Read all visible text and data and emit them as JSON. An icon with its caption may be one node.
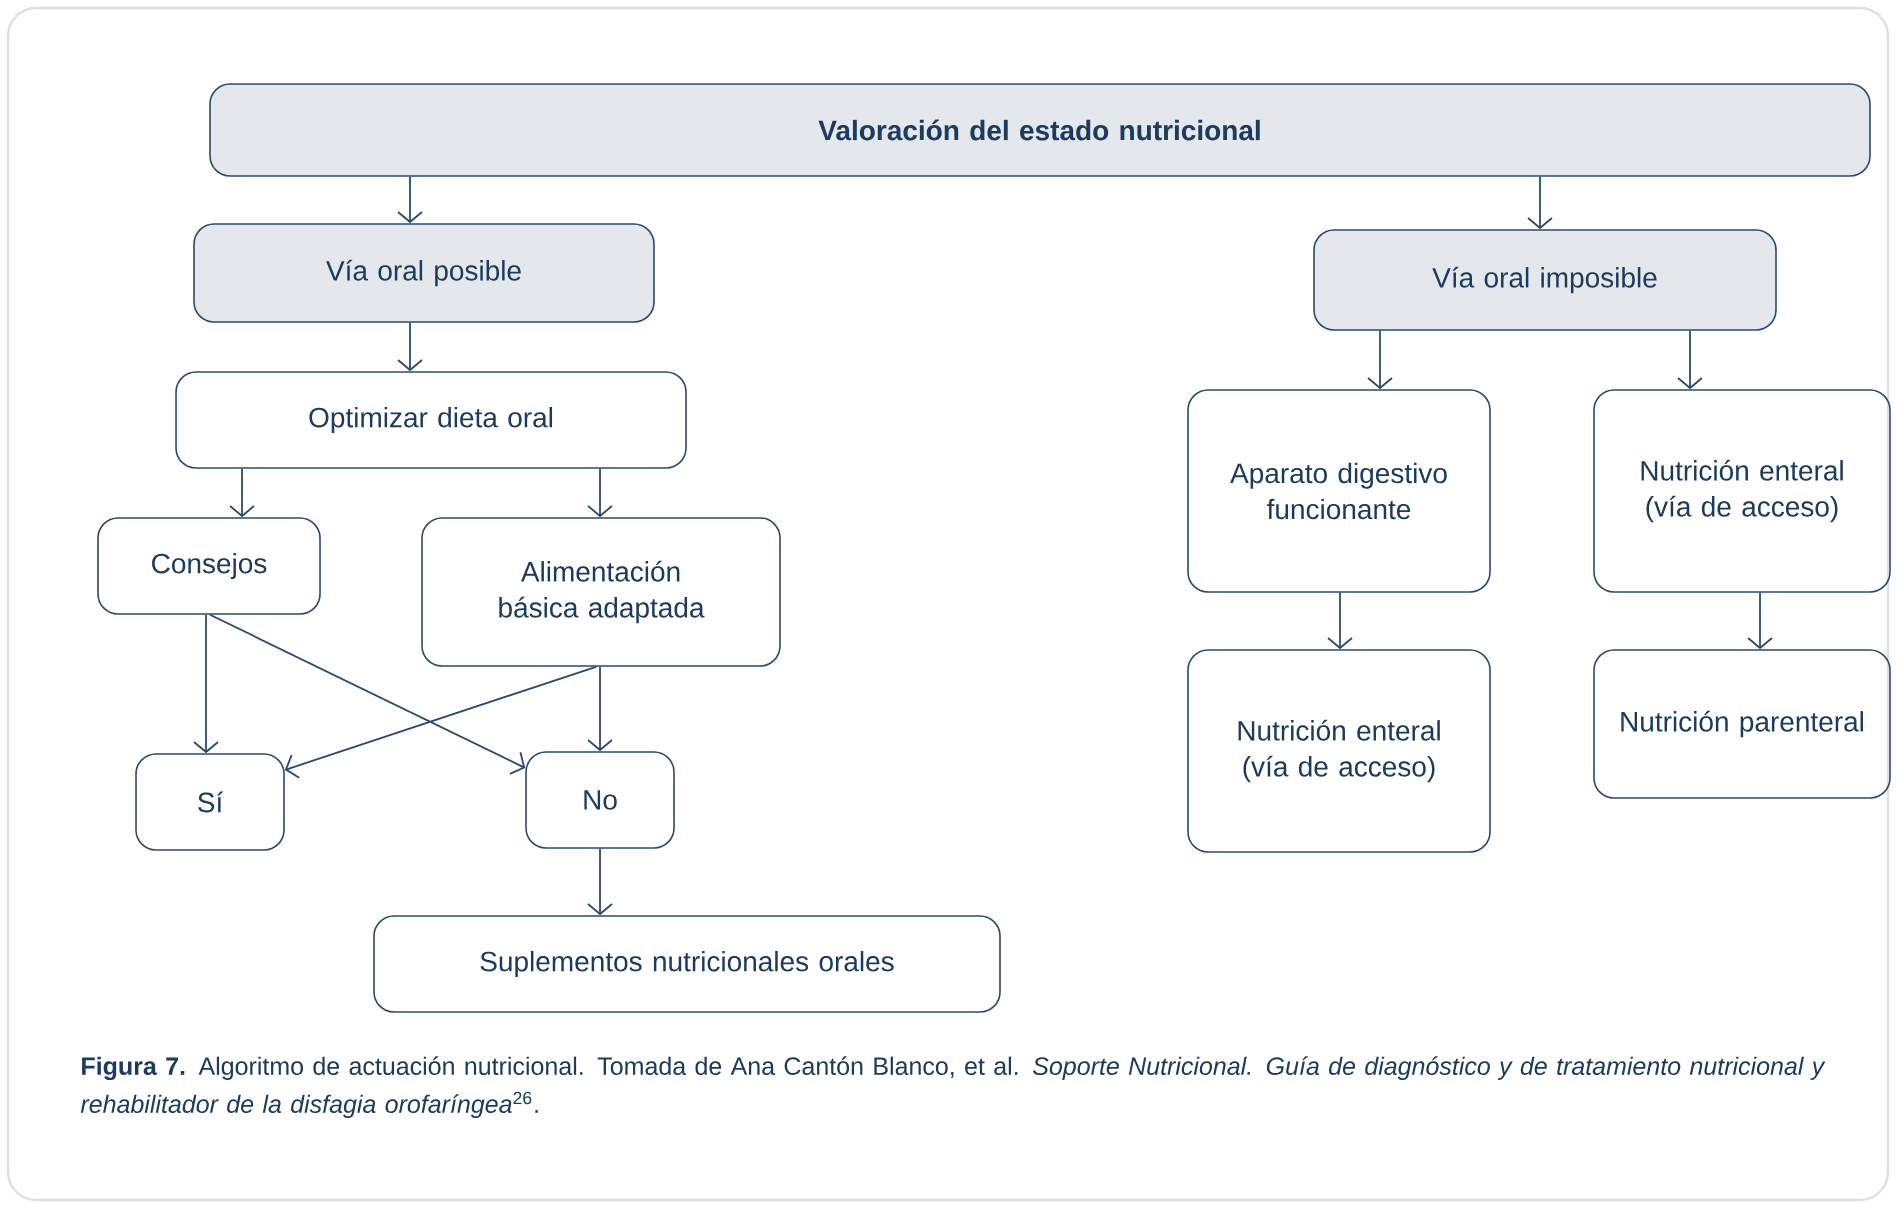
{
  "diagram": {
    "caption": "**Figura 7.** Algoritmo de actuación nutricional. Tomada de Ana Cantón Blanco, et al. *Soporte Nutricional. Guía de diagnóstico y de tratamiento nutricional y rehabilitador de la disfagia orofaríngea*$^{26}$.",
    "nodes": [
      {
        "text": [
          "Valoración del estado nutricional"
        ]
      },
      {
        "text": [
          "Vía oral posible"
        ]
      },
      {
        "text": [
          "Vía oral imposible"
        ]
      },
      {
        "text": [
          "Optimizar dieta oral"
        ]
      },
      {
        "text": [
          "Consejos"
        ]
      },
      {
        "text": [
          "Alimentación básica adaptada"
        ]
      },
      {
        "text": [
          "Aparato digestivo funcionante"
        ]
      },
      {
        "text": [
          "Nutrición enteral (vía de acceso)"
        ]
      },
      {
        "text": [
          "Nutrición enteral (vía de acceso)"
        ]
      },
      {
        "text": [
          "Nutrición parenteral"
        ]
      },
      {
        "text": [
          "Sí"
        ]
      },
      {
        "text": [
          "No"
        ]
      },
      {
        "text": [
          "Suplementos nutricionales orales"
        ]
      }
    ],
    "edges": [
      {
        "from": 0,
        "to": 1,
        "arrow": "to"
      },
      {
        "from": 0,
        "to": 2,
        "arrow": "to"
      },
      {
        "from": 1,
        "to": 3,
        "arrow": "to"
      },
      {
        "from": 2,
        "to": 6,
        "arrow": "to"
      },
      {
        "from": 2,
        "to": 7,
        "arrow": "to"
      },
      {
        "from": 3,
        "to": 4,
        "arrow": "to"
      },
      {
        "from": 3,
        "to": 5,
        "arrow": "to"
      },
      {
        "from": 6,
        "to": 8,
        "arrow": "to"
      },
      {
        "from": 7,
        "to": 9,
        "arrow": "to"
      },
      {
        "from": 4,
        "to": 10,
        "arrow": "to"
      },
      {
        "from": 4,
        "to": 11,
        "arrow": "to"
      },
      {
        "from": 5,
        "to": 10,
        "arrow": "to"
      },
      {
        "from": 5,
        "to": 11,
        "arrow": "to"
      },
      {
        "from": 11,
        "to": 12,
        "arrow": "to"
      }
    ]
  }
}
